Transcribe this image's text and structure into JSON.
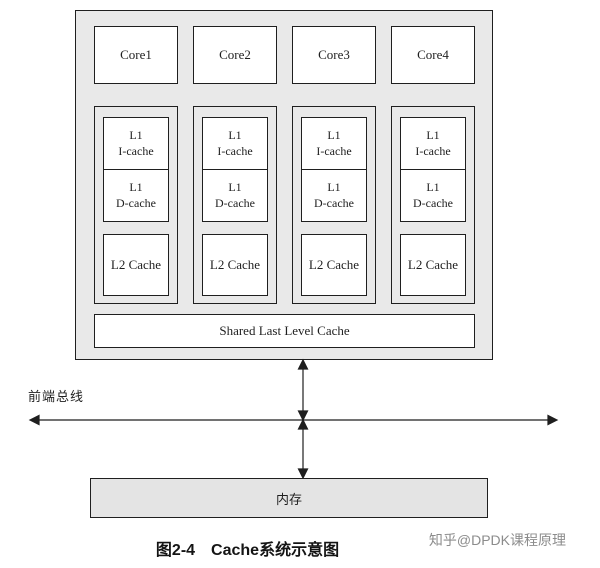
{
  "diagram": {
    "cores": [
      "Core1",
      "Core2",
      "Core3",
      "Core4"
    ],
    "l1": "L1",
    "icache": "I-cache",
    "dcache": "D-cache",
    "l2": "L2 Cache",
    "sllc": "Shared Last Level Cache",
    "front_side_bus": "前端总线",
    "memory": "内存",
    "caption": "图2-4　Cache系统示意图",
    "watermark": "知乎@DPDK课程原理"
  },
  "colors": {
    "panel_bg": "#e9e9e9",
    "box_bg": "#ffffff",
    "memory_bg": "#e4e4e4",
    "border": "#1f1f1f",
    "caption_text": "#141414",
    "watermark_gray": "#8c8c8c"
  }
}
